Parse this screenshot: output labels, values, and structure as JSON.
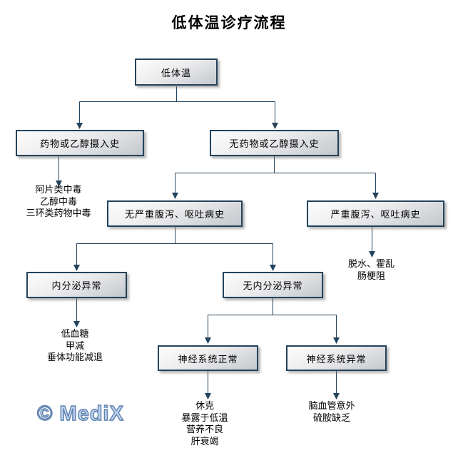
{
  "title": "低体温诊疗流程",
  "watermark": "© MediX",
  "colors": {
    "line_color": "#24435c",
    "box_border": "#24435c",
    "box_text": "#000000",
    "watermark_fill": "#c3d5ee",
    "watermark_stroke": "#5e82b0",
    "background": "#ffffff"
  },
  "nodes": [
    {
      "id": "hypothermia",
      "label": "低体温"
    },
    {
      "id": "drug-alcohol-history",
      "label": "药物或乙醇摄入史"
    },
    {
      "id": "no-drug-alcohol-history",
      "label": "无药物或乙醇摄入史"
    },
    {
      "id": "no-severe-diarrhea-vomiting",
      "label": "无严重腹泻、呕吐病史"
    },
    {
      "id": "severe-diarrhea-vomiting",
      "label": "严重腹泻、呕吐病史"
    },
    {
      "id": "endocrine-abnormal",
      "label": "内分泌异常"
    },
    {
      "id": "no-endocrine-abnormal",
      "label": "无内分泌异常"
    },
    {
      "id": "nervous-system-normal",
      "label": "神经系统正常"
    },
    {
      "id": "nervous-system-abnormal",
      "label": "神经系统异常"
    }
  ],
  "annotations": [
    {
      "under": "drug-alcohol-history",
      "lines": [
        "阿片类中毒",
        "乙醇中毒",
        "三环类药物中毒"
      ]
    },
    {
      "under": "severe-diarrhea-vomiting",
      "lines": [
        "脱水、霍乱",
        "肠梗阻"
      ]
    },
    {
      "under": "endocrine-abnormal",
      "lines": [
        "低血糖",
        "甲减",
        "垂体功能减退"
      ]
    },
    {
      "under": "nervous-system-normal",
      "lines": [
        "休克",
        "暴露于低温",
        "营养不良",
        "肝衰竭"
      ]
    },
    {
      "under": "nervous-system-abnormal",
      "lines": [
        "脑血管意外",
        "硫胺缺乏"
      ]
    }
  ]
}
